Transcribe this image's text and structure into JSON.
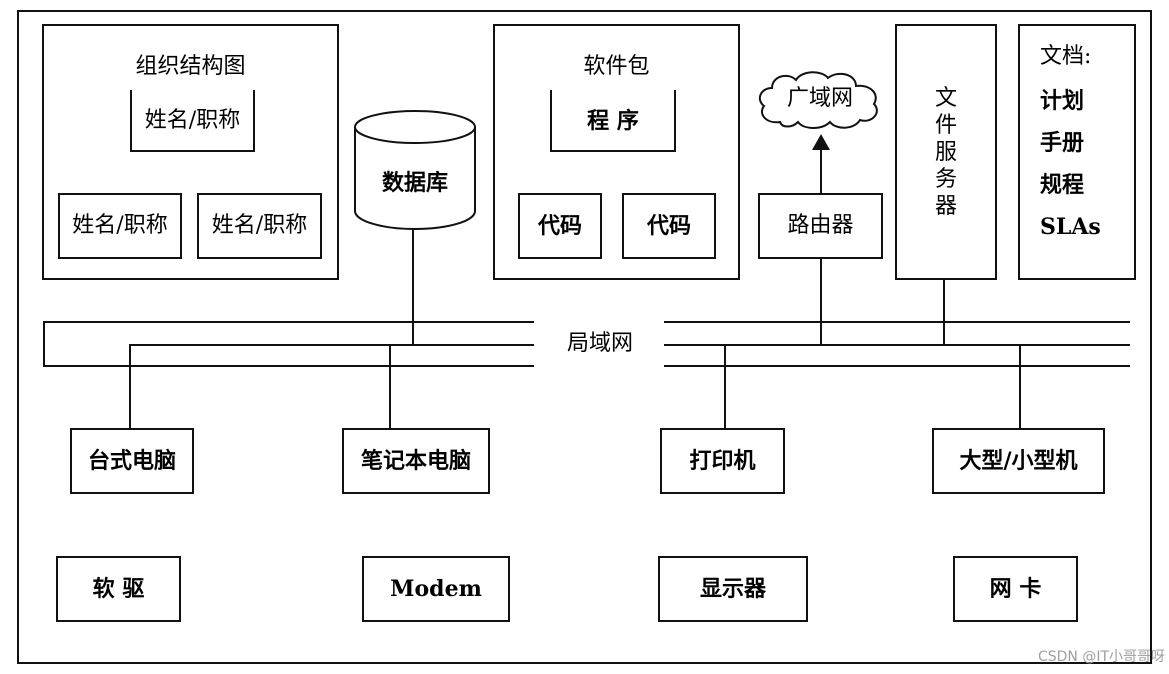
{
  "org_chart": {
    "title": "组织结构图",
    "top_name": "姓名/职称",
    "left_name": "姓名/职称",
    "right_name": "姓名/职称"
  },
  "database": {
    "label": "数据库"
  },
  "software": {
    "title": "软件包",
    "program": "程 序",
    "code_left": "代码",
    "code_right": "代码"
  },
  "wan": {
    "label": "广域网"
  },
  "router": {
    "label": "路由器"
  },
  "file_server": {
    "label": "文件服务器",
    "chars": [
      "文",
      "件",
      "服",
      "务",
      "器"
    ]
  },
  "documents": {
    "title": "文档:",
    "items": [
      "计划",
      "手册",
      "规程",
      "SLAs"
    ]
  },
  "lan": {
    "label": "局域网"
  },
  "devices": {
    "desktop": "台式电脑",
    "laptop": "笔记本电脑",
    "printer": "打印机",
    "mainframe": "大型/小型机"
  },
  "peripherals": {
    "floppy": "软 驱",
    "modem": "Modem",
    "monitor": "显示器",
    "nic": "网 卡"
  },
  "watermark": "CSDN @IT小哥哥呀"
}
